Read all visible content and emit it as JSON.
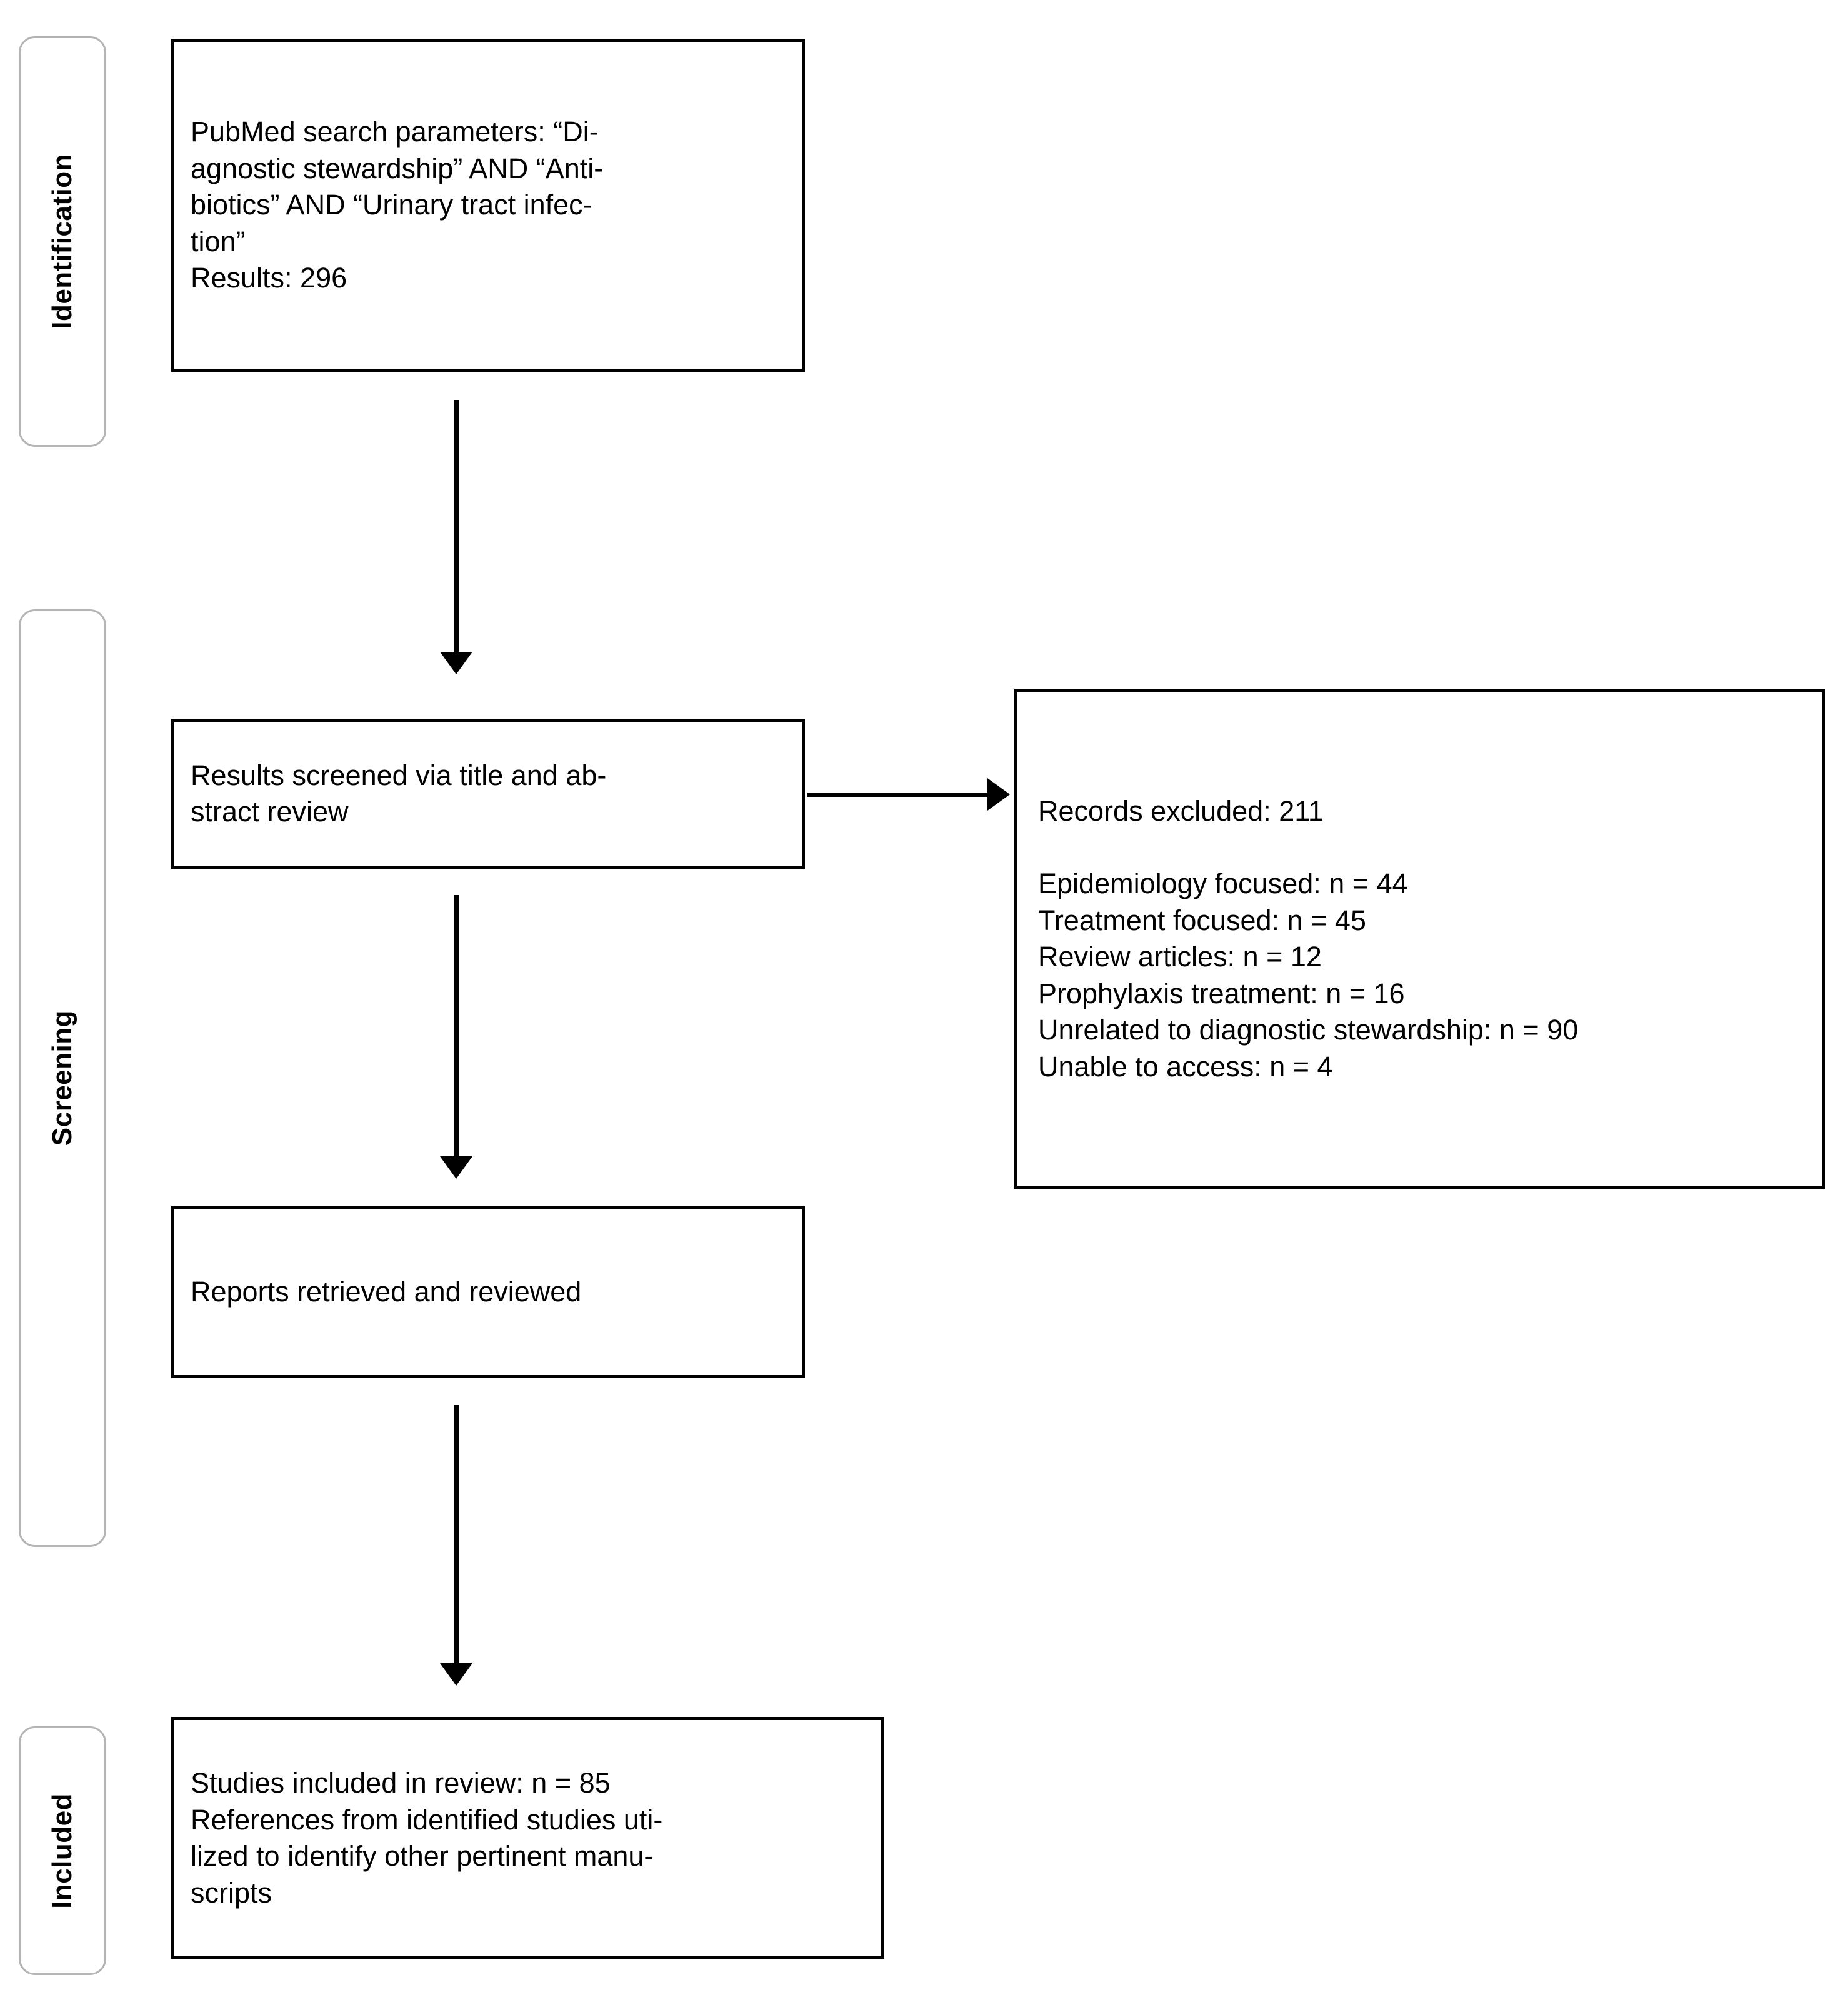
{
  "diagram": {
    "type": "prisma-flow-diagram",
    "stages": [
      {
        "id": "identification",
        "label": "Identification"
      },
      {
        "id": "screening",
        "label": "Screening"
      },
      {
        "id": "included",
        "label": "Included"
      }
    ],
    "boxes": {
      "identification": {
        "text": "PubMed search parameters: “Di-\nagnostic stewardship” AND “Anti-\nbiotics” AND “Urinary tract infec-\ntion”\nResults: 296",
        "search_query": "“Diagnostic stewardship” AND “Antibiotics” AND “Urinary tract infection”",
        "database": "PubMed",
        "results_label": "Results: 296",
        "results_count": 296
      },
      "screened": {
        "text": "Results screened via title and ab-\nstract review"
      },
      "reports": {
        "text": "Reports retrieved and reviewed"
      },
      "included": {
        "text": "Studies included in review: n = 85\nReferences from identified studies uti-\nlized to identify other pertinent manu-\nscripts",
        "included_count": 85
      },
      "excluded": {
        "heading": "Records excluded: 211",
        "excluded_count": 211,
        "reasons": [
          {
            "label": "Epidemiology focused",
            "text": "Epidemiology focused: n = 44",
            "n": 44
          },
          {
            "label": "Treatment focused",
            "text": "Treatment focused: n = 45",
            "n": 45
          },
          {
            "label": "Review articles",
            "text": "Review articles: n = 12",
            "n": 12
          },
          {
            "label": "Prophylaxis treatment",
            "text": "Prophylaxis treatment: n = 16",
            "n": 16
          },
          {
            "label": "Unrelated to diagnostic stewardship",
            "text": "Unrelated to diagnostic stewardship: n = 90",
            "n": 90
          },
          {
            "label": "Unable to access",
            "text": "Unable to access: n = 4",
            "n": 4
          }
        ]
      }
    },
    "colors": {
      "box_border": "#000000",
      "rail_border": "#b5b5b5",
      "text": "#000000",
      "background": "#ffffff",
      "arrow": "#000000"
    }
  }
}
